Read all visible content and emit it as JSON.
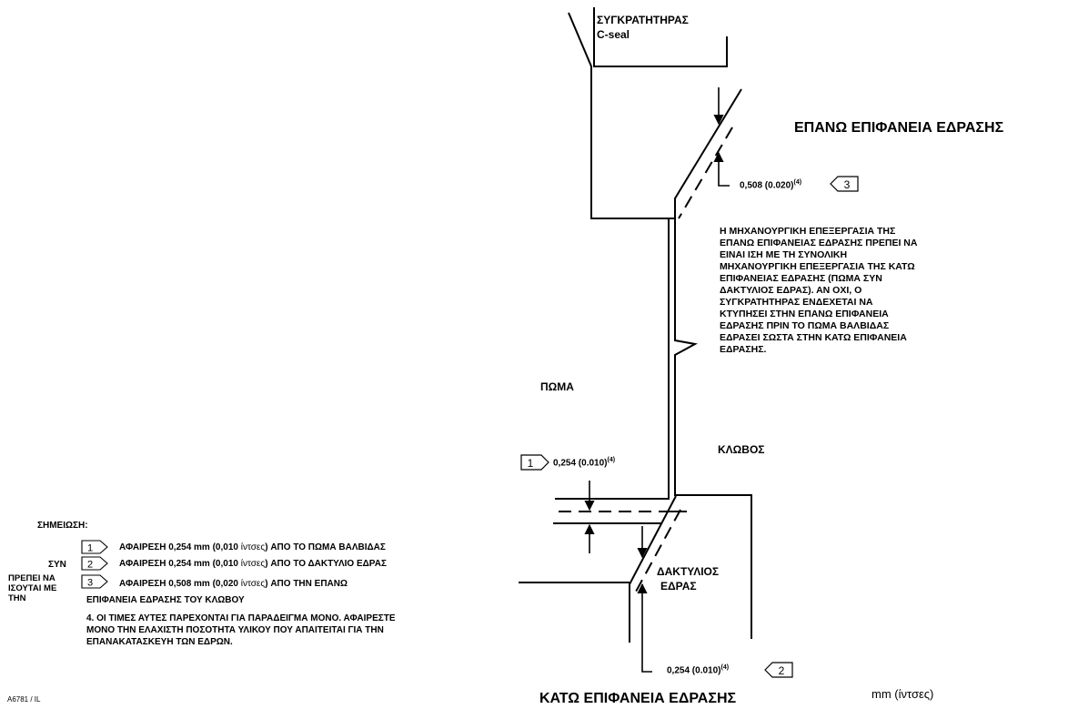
{
  "diagram": {
    "seal_label_line1": "ΣΥΓΚΡΑΤΗΤΗΡΑΣ",
    "seal_label_line2": "C-seal",
    "upper_surface_title": "ΕΠΑΝΩ ΕΠΙΦΑΝΕΙΑ ΕΔΡΑΣΗΣ",
    "lower_surface_title": "ΚΑΤΩ ΕΠΙΦΑΝΕΙΑ ΕΔΡΑΣΗΣ",
    "plug_label": "ΠΩΜΑ",
    "cage_label": "ΚΛΩΒΟΣ",
    "seat_ring_label_line1": "ΔΑΚΤΥΛΙΟΣ",
    "seat_ring_label_line2": "ΕΔΡΑΣ",
    "units_label": "mm (ίντσες)",
    "figure_id": "A6781 / IL",
    "paragraph_lines": [
      "Η ΜΗΧΑΝΟΥΡΓΙΚΗ ΕΠΕΞΕΡΓΑΣΙΑ ΤΗΣ",
      "ΕΠΑΝΩ ΕΠΙΦΑΝΕΙΑΣ ΕΔΡΑΣΗΣ ΠΡΕΠΕΙ ΝΑ",
      "ΕΙΝΑΙ ΙΣΗ ΜΕ ΤΗ ΣΥΝΟΛΙΚΗ",
      "ΜΗΧΑΝΟΥΡΓΙΚΗ ΕΠΕΞΕΡΓΑΣΙΑ ΤΗΣ ΚΑΤΩ",
      "ΕΠΙΦΑΝΕΙΑΣ ΕΔΡΑΣΗΣ (ΠΩΜΑ ΣΥΝ",
      "ΔΑΚΤΥΛΙΟΣ ΕΔΡΑΣ). ΑΝ ΟΧΙ, Ο",
      "ΣΥΓΚΡΑΤΗΤΗΡΑΣ ΕΝΔΕΧΕΤΑΙ ΝΑ",
      "ΚΤΥΠΗΣΕΙ ΣΤΗΝ ΕΠΑΝΩ ΕΠΙΦΑΝΕΙΑ",
      "ΕΔΡΑΣΗΣ ΠΡΙΝ ΤΟ ΠΩΜΑ ΒΑΛΒΙΔΑΣ",
      "ΕΔΡΑΣΕΙ ΣΩΣΤΑ ΣΤΗΝ ΚΑΤΩ ΕΠΙΦΑΝΕΙΑ",
      "ΕΔΡΑΣΗΣ."
    ],
    "dimensions": {
      "upper": {
        "flag": "3",
        "value": "0,508 (0.020)",
        "superscript": "(4)"
      },
      "plug": {
        "flag": "1",
        "value": "0,254 (0.010)",
        "superscript": "(4)"
      },
      "seat": {
        "flag": "2",
        "value": "0,254 (0.010)",
        "superscript": "(4)"
      }
    }
  },
  "notes": {
    "heading": "ΣΗΜΕΙΩΣΗ:",
    "side_plus": "ΣΥΝ",
    "side_equal_line1": "ΠΡΕΠΕΙ ΝΑ",
    "side_equal_line2": "ΙΣΟΥΤΑΙ ΜΕ",
    "side_equal_line3": "ΤΗΝ",
    "note1": {
      "flag": "1",
      "text_a": "ΑΦΑΙΡΕΣΗ 0,254 mm (0,010 ",
      "unit": "ίντσες",
      "text_b": ") ΑΠΟ ΤΟ ΠΩΜΑ ΒΑΛΒΙΔΑΣ"
    },
    "note2": {
      "flag": "2",
      "text_a": "ΑΦΑΙΡΕΣΗ 0,254 mm (0,010 ",
      "unit": "ίντσες",
      "text_b": ") ΑΠΟ ΤΟ ΔΑΚΤΥΛΙΟ ΕΔΡΑΣ"
    },
    "note3": {
      "flag": "3",
      "text_a": "ΑΦΑΙΡΕΣΗ 0,508 mm (0,020 ",
      "unit": "ίντσες",
      "text_b": ") ΑΠΟ ΤΗΝ ΕΠΑΝΩ",
      "line2": "ΕΠΙΦΑΝΕΙΑ ΕΔΡΑΣΗΣ ΤΟΥ ΚΛΩΒΟΥ"
    },
    "note4_lines": [
      "4. ΟΙ ΤΙΜΕΣ ΑΥΤΕΣ ΠΑΡΕΧΟΝΤΑΙ ΓΙΑ ΠΑΡΑΔΕΙΓΜΑ ΜΟΝΟ. ΑΦΑΙΡΕΣΤΕ",
      "ΜΟΝΟ ΤΗΝ ΕΛΑΧΙΣΤΗ ΠΟΣΟΤΗΤΑ ΥΛΙΚΟΥ ΠΟΥ ΑΠΑΙΤΕΙΤΑΙ ΓΙΑ ΤΗΝ",
      "ΕΠΑΝΑΚΑΤΑΣΚΕΥΗ ΤΩΝ ΕΔΡΩΝ."
    ]
  }
}
